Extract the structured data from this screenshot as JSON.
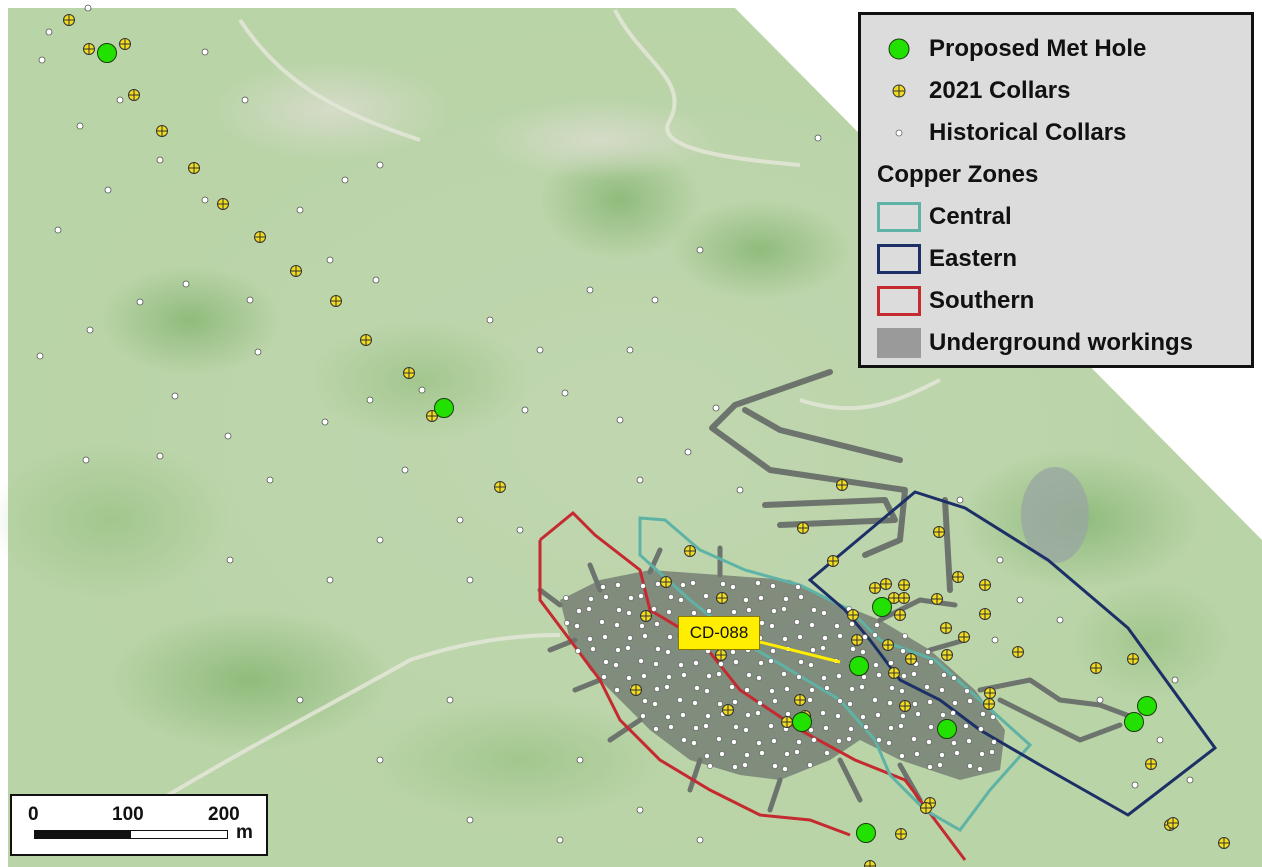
{
  "legend": {
    "items": [
      {
        "label": "Proposed Met Hole",
        "symbol": "green-circle-icon",
        "color": "#22e000"
      },
      {
        "label": "2021 Collars",
        "symbol": "yellow-crossed-circle-icon",
        "color": "#f2dc20"
      },
      {
        "label": "Historical Collars",
        "symbol": "white-dot-icon",
        "color": "#ffffff"
      }
    ],
    "heading": "Copper Zones",
    "zones": [
      {
        "label": "Central",
        "color": "#5fb3a6"
      },
      {
        "label": "Eastern",
        "color": "#1c2f66"
      },
      {
        "label": "Southern",
        "color": "#c42a30"
      },
      {
        "label": "Underground workings",
        "color": "#9a9a9a"
      }
    ]
  },
  "callout": {
    "label": "CD-088"
  },
  "scale_bar": {
    "ticks": [
      "0",
      "100",
      "200"
    ],
    "unit": "m"
  }
}
